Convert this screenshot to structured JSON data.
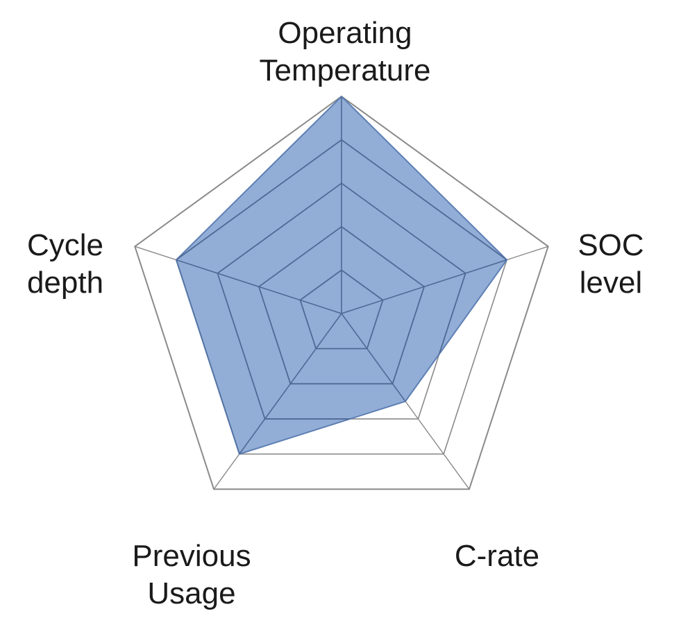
{
  "chart_data": {
    "type": "radar",
    "title": "",
    "axes": [
      [
        "Operating",
        "Temperature"
      ],
      [
        "SOC",
        "level"
      ],
      [
        "C-rate"
      ],
      [
        "Previous",
        "Usage"
      ],
      [
        "Cycle",
        "depth"
      ]
    ],
    "rlim": [
      0,
      5
    ],
    "grid": true,
    "grid_levels": 5,
    "legend": "none",
    "series": [
      {
        "values": [
          5,
          4,
          2.5,
          4,
          4
        ]
      }
    ],
    "colors": {
      "fill": "#7a9ccd",
      "fill_opacity": 0.82,
      "series_stroke": "#5d7fb4",
      "inner_grid": "#4f6a96",
      "outer_grid": "#8a8a8a",
      "text": "#1a1a1a"
    }
  }
}
